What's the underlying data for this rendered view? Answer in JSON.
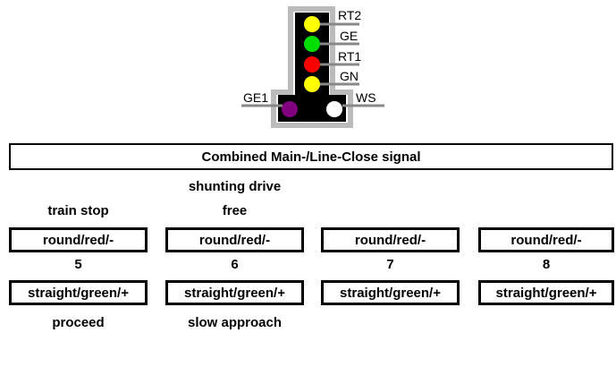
{
  "signal": {
    "lamps": [
      {
        "label": "RT2",
        "color": "#ffff00"
      },
      {
        "label": "GE",
        "color": "#00dd00"
      },
      {
        "label": "RT1",
        "color": "#ff0000"
      },
      {
        "label": "GN",
        "color": "#ffff00"
      },
      {
        "label": "GE1",
        "color": "#800080"
      },
      {
        "label": "WS",
        "color": "#ffffff"
      }
    ]
  },
  "title": "Combined Main-/Line-Close signal",
  "columns": [
    {
      "top_label": "train stop",
      "aspect_top": "round/red/-",
      "number": "5",
      "aspect_bottom": "straight/green/+",
      "bottom_label": "proceed"
    },
    {
      "top_label_line1": "shunting drive",
      "top_label": "free",
      "aspect_top": "round/red/-",
      "number": "6",
      "aspect_bottom": "straight/green/+",
      "bottom_label": "slow approach"
    },
    {
      "aspect_top": "round/red/-",
      "number": "7",
      "aspect_bottom": "straight/green/+"
    },
    {
      "aspect_top": "round/red/-",
      "number": "8",
      "aspect_bottom": "straight/green/+"
    }
  ]
}
